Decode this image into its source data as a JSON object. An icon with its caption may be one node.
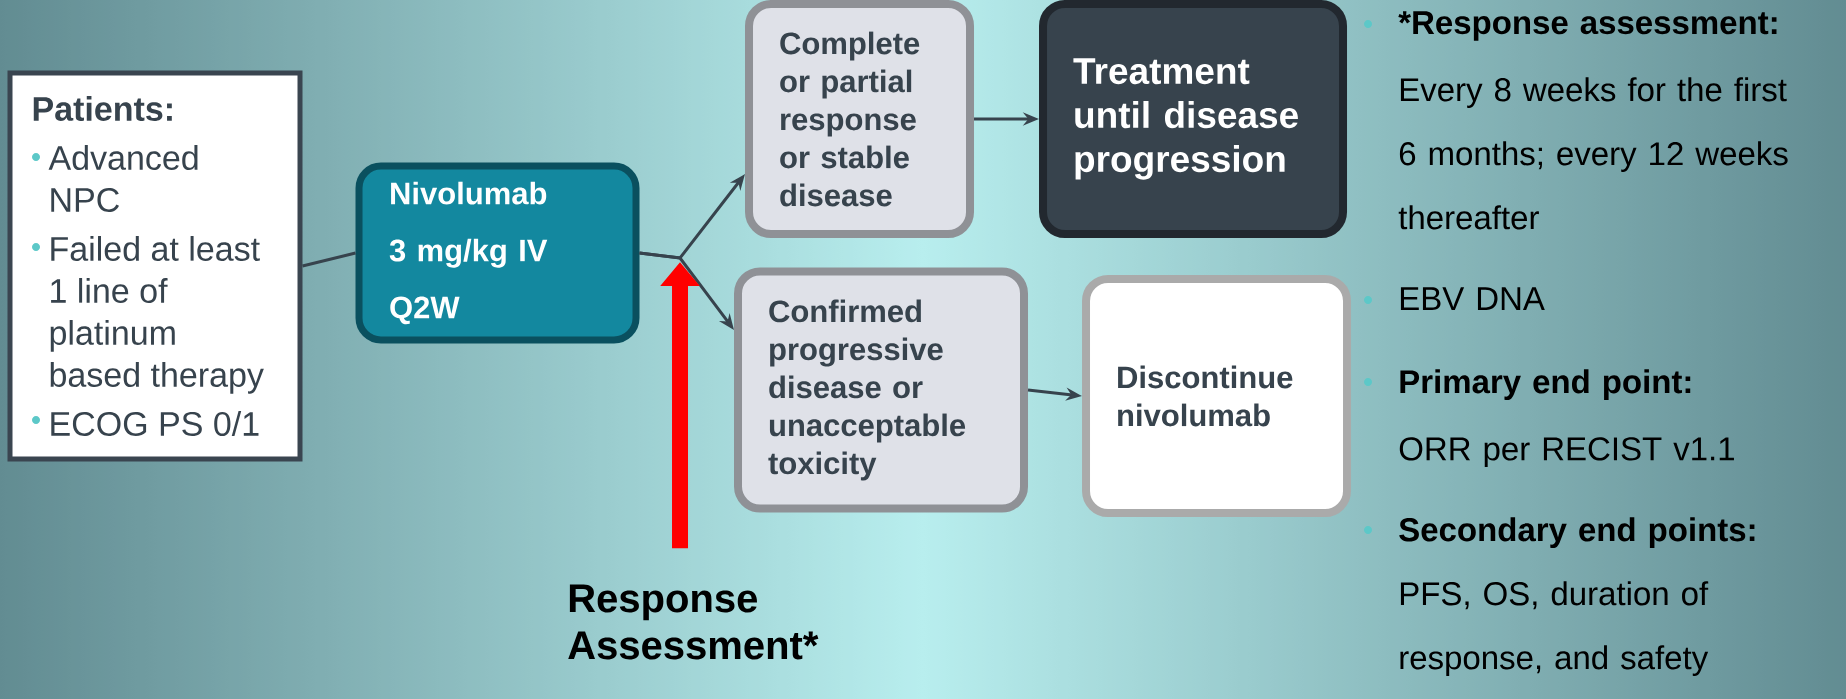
{
  "diagram": {
    "nodes": [
      {
        "text": [
          "Patients:",
          "Advanced NPC",
          "Failed at least 1 line of platinum based therapy",
          "ECOG PS 0/1"
        ]
      },
      {
        "text": [
          "Nivolumab",
          "3 mg/kg IV",
          "Q2W"
        ]
      },
      {
        "text": [
          "Complete or partial response or stable disease"
        ]
      },
      {
        "text": [
          "Treatment until disease progression"
        ]
      },
      {
        "text": [
          "Confirmed progressive disease or unacceptable toxicity"
        ]
      },
      {
        "text": [
          "Discontinue nivolumab"
        ]
      },
      {
        "text": [
          "Response Assessment*"
        ]
      }
    ],
    "edges": [
      {
        "from": 0,
        "to": 1,
        "arrow": "none"
      },
      {
        "from": 1,
        "to": 2,
        "arrow": "to"
      },
      {
        "from": 1,
        "to": 4,
        "arrow": "to"
      },
      {
        "from": 2,
        "to": 3,
        "arrow": "to"
      },
      {
        "from": 4,
        "to": 5,
        "arrow": "to"
      },
      {
        "from": 6,
        "to": null,
        "arrow": "to",
        "style": "thick",
        "color": "#ff0000"
      }
    ],
    "labels": [
      "*Response assessment:",
      "Every 8 weeks for the first 6 months; every 12 weeks thereafter",
      "EBV DNA",
      "Primary end point:",
      "ORR per RECIST v1.1",
      "Secondary end points:",
      "PFS, OS, duration of response, and safety"
    ]
  }
}
